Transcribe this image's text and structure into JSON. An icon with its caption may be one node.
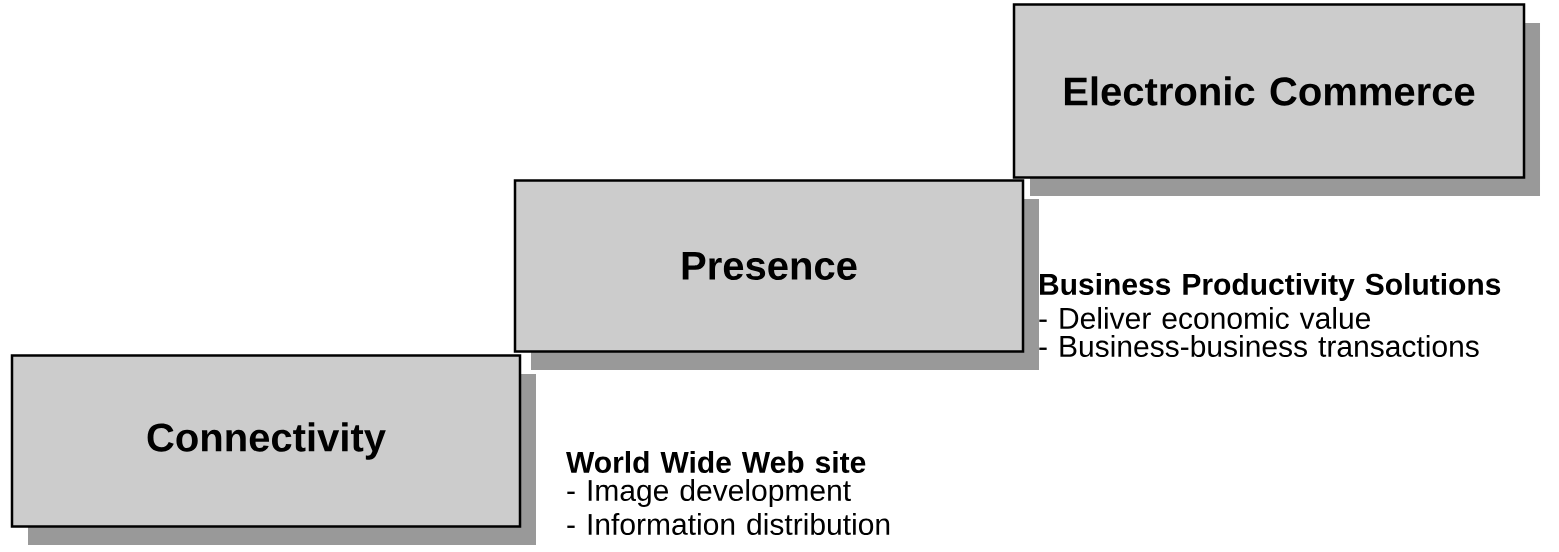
{
  "diagram": {
    "nodes": [
      {
        "text": [
          "Connectivity"
        ]
      },
      {
        "text": [
          "Presence"
        ],
        "beside": [
          "World Wide Web site",
          "- Image development",
          "- Information distribution"
        ]
      },
      {
        "text": [
          "Electronic Commerce"
        ],
        "beside": [
          "Business Productivity Solutions",
          "- Deliver economic value",
          "- Business-business transactions"
        ]
      }
    ]
  }
}
